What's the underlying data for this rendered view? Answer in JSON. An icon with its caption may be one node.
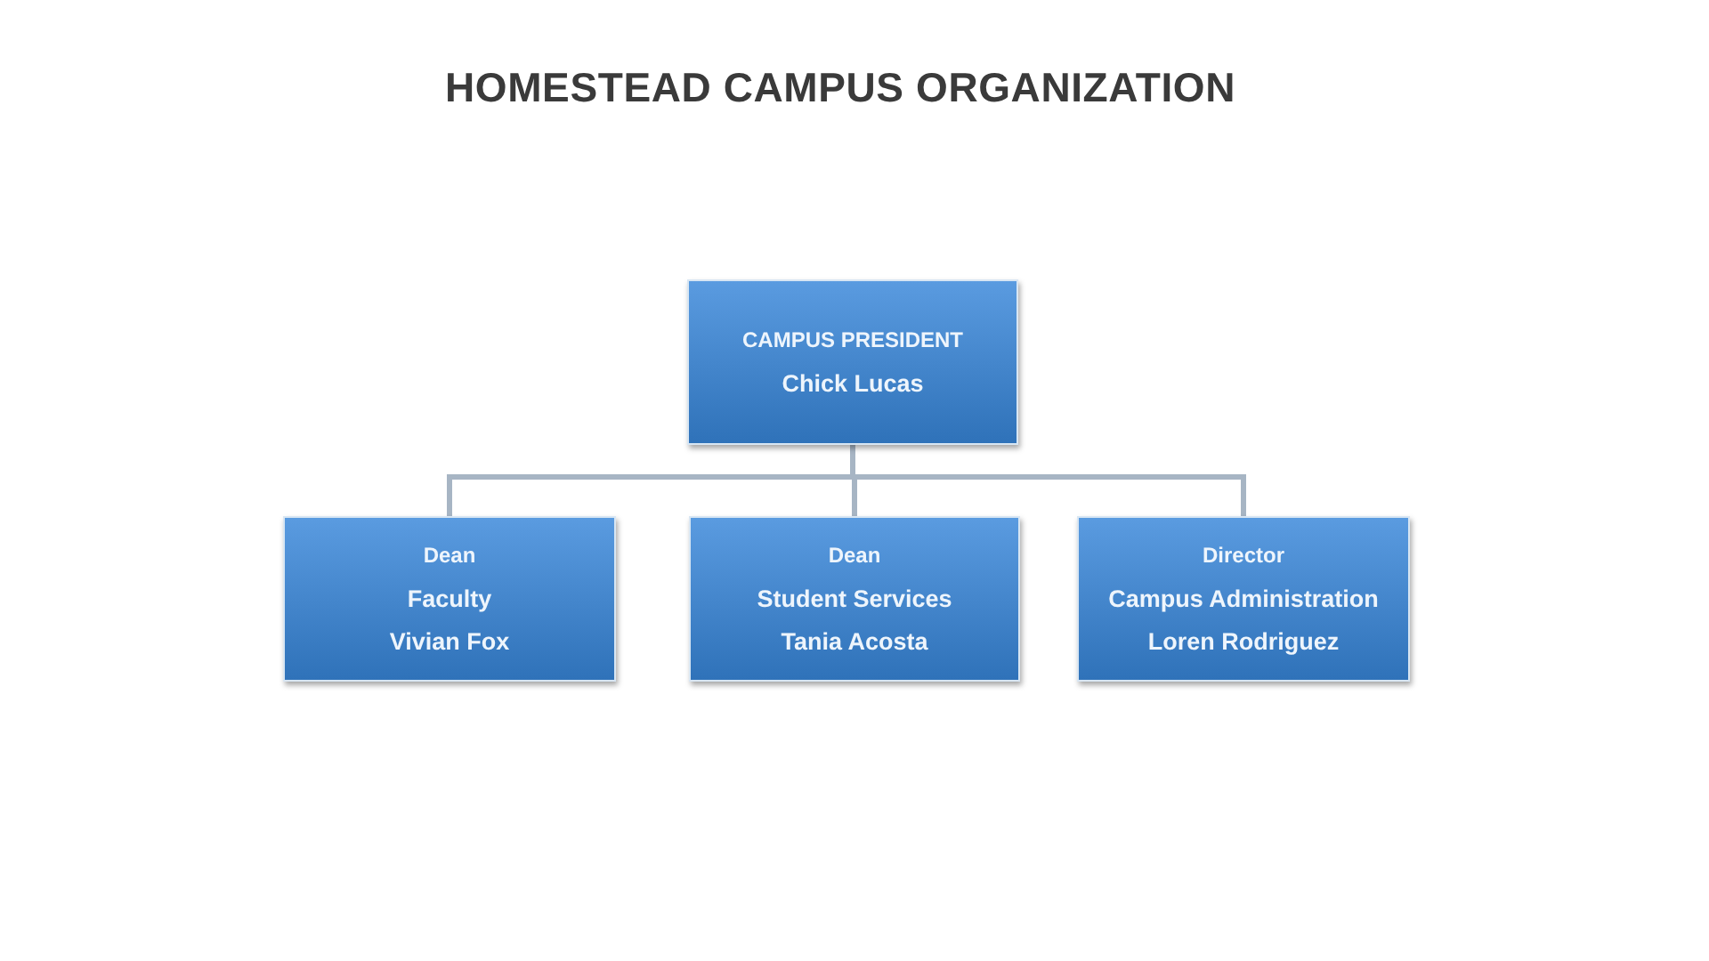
{
  "diagram": {
    "title": "HOMESTEAD CAMPUS ORGANIZATION",
    "nodes": [
      {
        "text": [
          "CAMPUS PRESIDENT",
          "Chick Lucas"
        ]
      },
      {
        "text": [
          "Dean",
          "Faculty",
          "Vivian Fox"
        ]
      },
      {
        "text": [
          "Dean",
          "Student Services",
          "Tania Acosta"
        ]
      },
      {
        "text": [
          "Director",
          "Campus Administration",
          "Loren Rodriguez"
        ]
      }
    ],
    "edges": [
      {
        "from": 0,
        "to": 1,
        "arrow": "none"
      },
      {
        "from": 0,
        "to": 2,
        "arrow": "none"
      },
      {
        "from": 0,
        "to": 3,
        "arrow": "none"
      }
    ]
  }
}
